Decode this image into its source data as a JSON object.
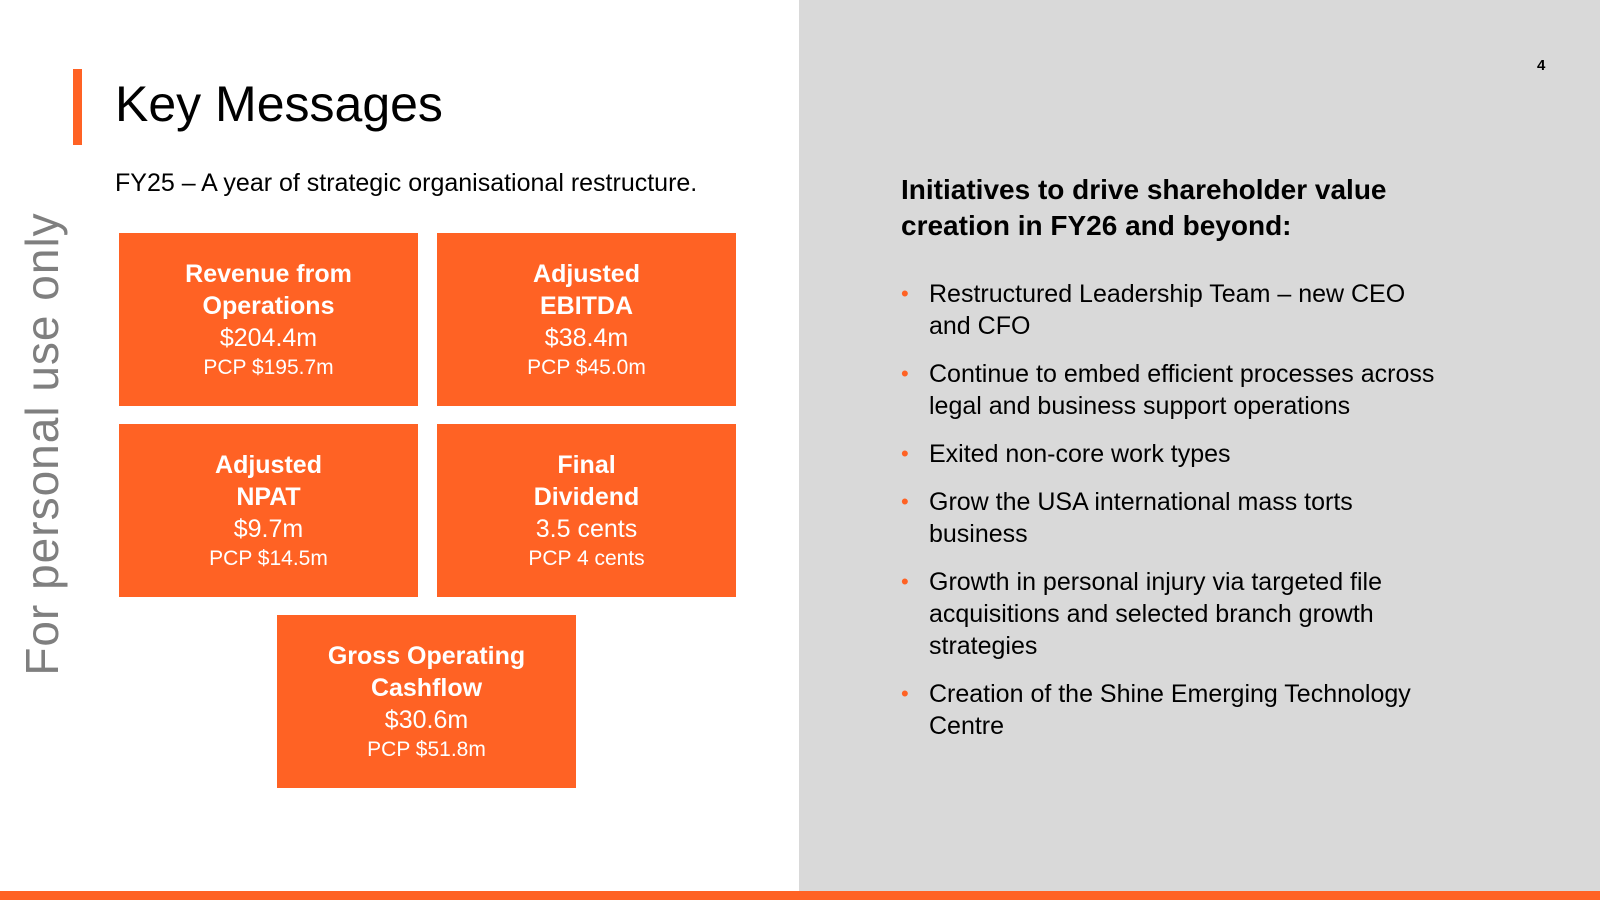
{
  "watermark": "For personal use only",
  "header": {
    "title": "Key Messages",
    "subtitle": "FY25 – A year of strategic organisational restructure.",
    "page_number": "4"
  },
  "tiles": [
    {
      "label_1": "Revenue from",
      "label_2": "Operations",
      "value": "$204.4m",
      "pcp": "PCP $195.7m"
    },
    {
      "label_1": "Adjusted",
      "label_2": "EBITDA",
      "value": "$38.4m",
      "pcp": "PCP $45.0m"
    },
    {
      "label_1": "Adjusted",
      "label_2": "NPAT",
      "value": "$9.7m",
      "pcp": "PCP $14.5m"
    },
    {
      "label_1": "Final",
      "label_2": "Dividend",
      "value": "3.5 cents",
      "pcp": "PCP 4 cents"
    },
    {
      "label_1": "Gross Operating",
      "label_2": "Cashflow",
      "value": "$30.6m",
      "pcp": "PCP $51.8m"
    }
  ],
  "initiatives": {
    "heading_1": "Initiatives to drive shareholder value",
    "heading_2": "creation in FY26 and beyond:",
    "bullet_glyph": "•",
    "items": [
      "Restructured Leadership Team – new CEO and CFO",
      "Continue to embed efficient processes across legal and business support operations",
      "Exited non-core work types",
      "Grow the USA international mass torts business",
      "Growth in personal injury via targeted file acquisitions and selected branch growth strategies",
      "Creation of the Shine Emerging Technology Centre"
    ]
  },
  "colors": {
    "accent": "#ff6224",
    "panel": "#d9d9d9",
    "watermark": "#7f7f7f"
  }
}
